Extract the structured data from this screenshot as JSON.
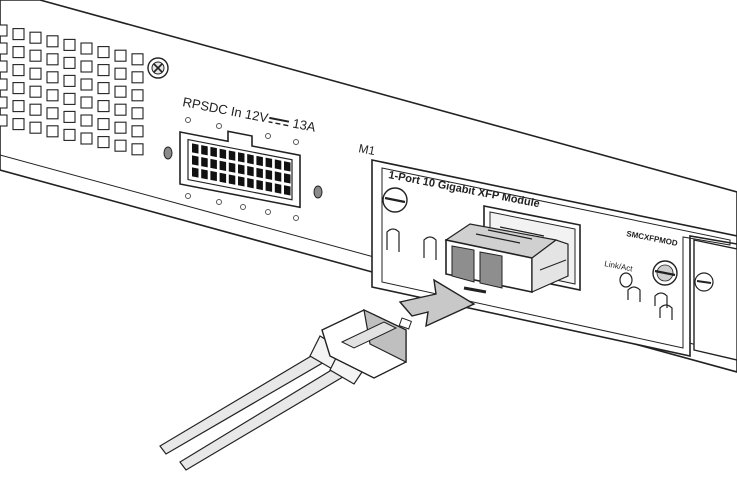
{
  "rps": {
    "label": "RPSDC In 12V",
    "current": "13A"
  },
  "slot": {
    "label": "M1"
  },
  "module": {
    "title": "1-Port 10 Gigabit XFP Module",
    "model": "SMCXFPMOD",
    "led_label": "Link/Act"
  },
  "colors": {
    "line": "#222222",
    "panel": "#ffffff",
    "metal": "#d9d9d9",
    "shadow": "#9a9a9a",
    "arrow": "#c8c8c8"
  },
  "icons": {
    "screw": "screw-icon",
    "arrow": "insertion-arrow-icon",
    "cable": "fiber-cable-icon"
  }
}
